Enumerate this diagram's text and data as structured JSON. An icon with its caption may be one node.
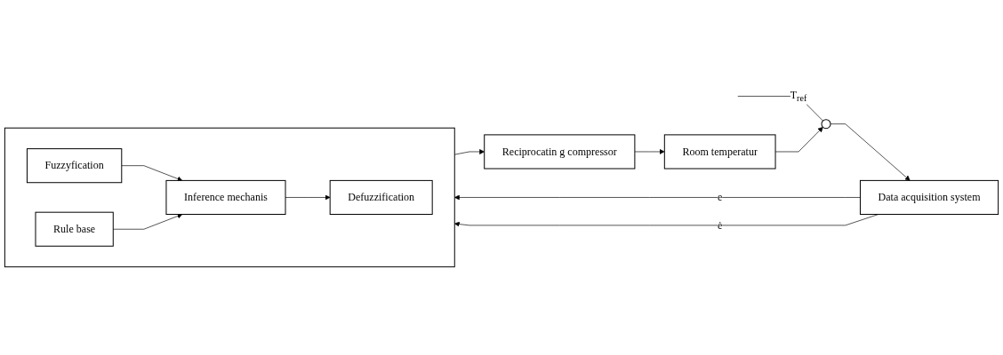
{
  "diagram": {
    "nodes": [
      {
        "text": [],
        "shape": "circle"
      },
      {
        "text": [
          "Data acquisition system"
        ]
      },
      {
        "text": [],
        "shape": "box"
      },
      {
        "text": [
          "Fuzzyfication"
        ],
        "in": 2
      },
      {
        "text": [
          "Inference mechanis"
        ],
        "in": 2
      },
      {
        "text": [
          "Rule base"
        ],
        "in": 2
      },
      {
        "text": [
          "Defuzzification"
        ],
        "in": 2
      },
      {
        "text": [
          "Reciprocatin g compressor"
        ]
      },
      {
        "text": [
          "Room temperatur"
        ]
      }
    ],
    "edges": [
      {
        "from": null,
        "to": 0,
        "arrow": "none",
        "label": "T$_{ref}$"
      },
      {
        "from": 0,
        "to": 1,
        "arrow": "to"
      },
      {
        "from": 1,
        "to": 2,
        "arrow": "to",
        "label": "e"
      },
      {
        "from": 1,
        "to": 2,
        "arrow": "to",
        "label": "ė"
      },
      {
        "from": 3,
        "to": 4,
        "arrow": "to"
      },
      {
        "from": 5,
        "to": 4,
        "arrow": "to"
      },
      {
        "from": 4,
        "to": 6,
        "arrow": "to"
      },
      {
        "from": 2,
        "to": 7,
        "arrow": "to"
      },
      {
        "from": 7,
        "to": 8,
        "arrow": "to"
      },
      {
        "from": 8,
        "to": 0,
        "arrow": "to"
      }
    ]
  }
}
